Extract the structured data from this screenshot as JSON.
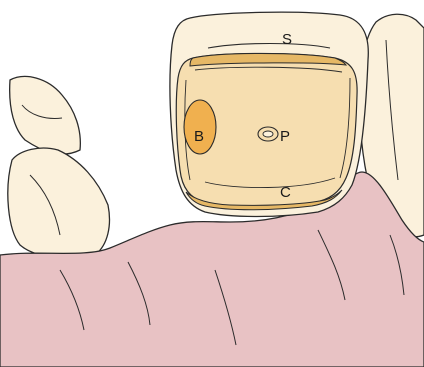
{
  "labels": {
    "s": "S",
    "b": "B",
    "p": "P",
    "c": "C"
  },
  "colors": {
    "outline": "#2b2b2b",
    "tooth_enamel": "#fbf1dc",
    "crown_face": "#f6deb0",
    "restoration_band": "#e6b866",
    "buccal_spot": "#f0b04f",
    "gingiva": "#e8c2c4",
    "background": "#ffffff"
  }
}
